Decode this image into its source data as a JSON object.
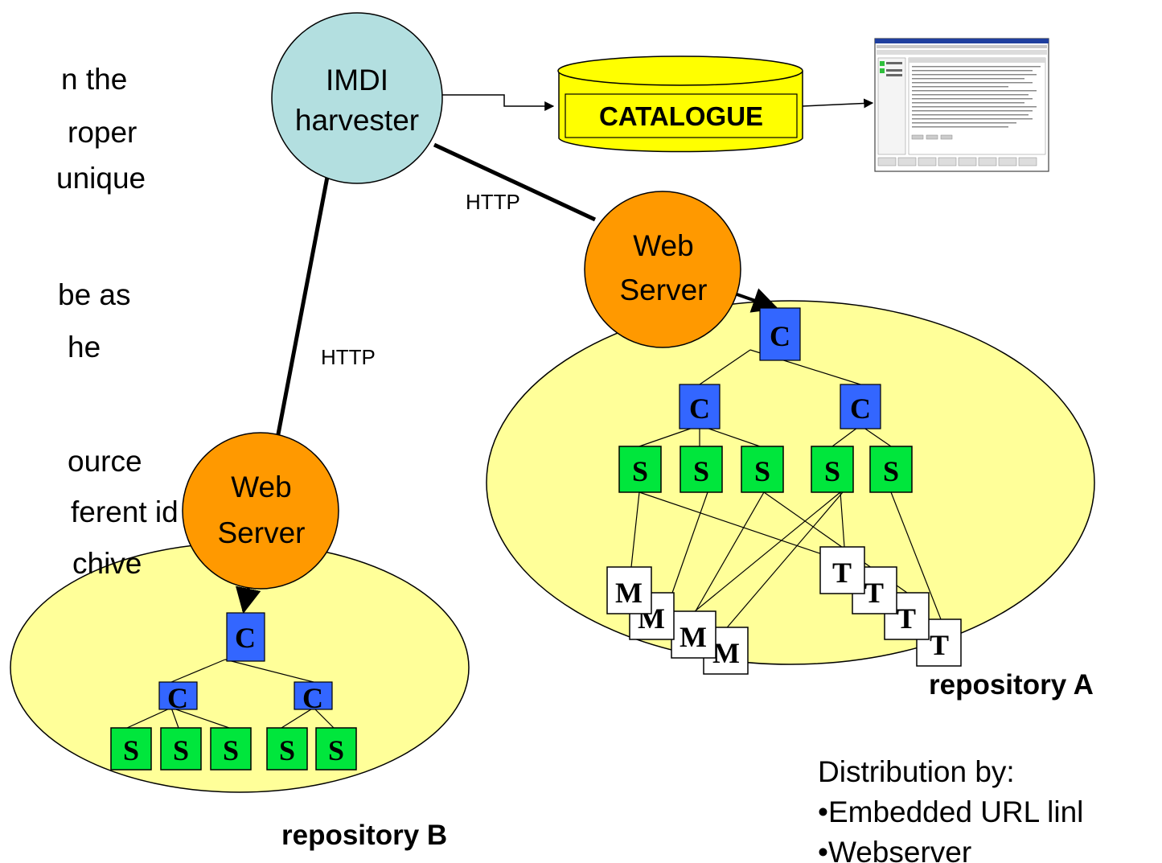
{
  "side_text": [
    "n the",
    "roper",
    " unique",
    "be as",
    "he",
    "ource",
    "ferent id",
    "chive"
  ],
  "harvester": {
    "line1": "IMDI",
    "line2": "harvester"
  },
  "catalogue": {
    "label": "CATALOGUE"
  },
  "http_a": "HTTP",
  "http_b": "HTTP",
  "webserver_a": {
    "line1": "Web",
    "line2": "Server"
  },
  "webserver_b": {
    "line1": "Web",
    "line2": "Server"
  },
  "node_labels": {
    "corpus": "C",
    "session": "S",
    "media": "M",
    "text": "T"
  },
  "repo_a_label": "repository A",
  "repo_b_label": "repository B",
  "distribution": {
    "title": "Distribution by:",
    "bullets": [
      "•Embedded URL linl",
      "•Webserver"
    ]
  },
  "colors": {
    "repo_fill": "#ffff99",
    "harvester_fill": "#b3dfe0",
    "server_fill": "#ff9900",
    "catalogue_fill": "#ffff00",
    "corpus_fill": "#3366ff",
    "session_fill": "#00e63c"
  }
}
